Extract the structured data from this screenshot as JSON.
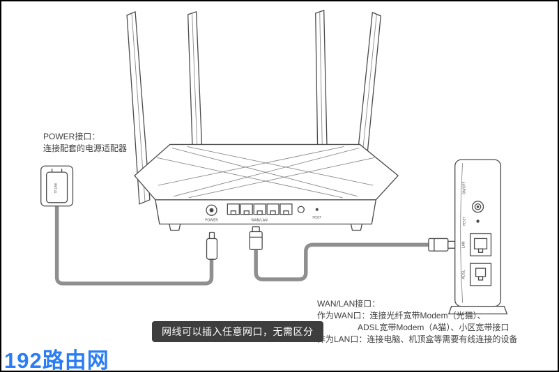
{
  "annotations": {
    "power_note": {
      "line1": "POWER接口：",
      "line2": "连接配套的电源适配器"
    },
    "callout": "网线可以插入任意网口，无需区分",
    "wanlan_note": {
      "title": "WAN/LAN接口：",
      "line1": "作为WAN口：连接光纤宽带Modem（光猫）、",
      "line2": "ADSL宽带Modem（A猫）、小区宽带接口",
      "line3": "作为LAN口：连接电脑、机顶盒等需要有线连接的设备"
    },
    "watermark": "192路由网"
  },
  "router": {
    "power_port_label": "POWER",
    "lan_ports_label": "WAN/LAN",
    "reset_label": "RESET"
  },
  "modem": {
    "power_label": "ON/OFF",
    "reset_label": "RESET",
    "lan_label": "LAN",
    "adsl_label": "ADSL"
  },
  "adapter": {
    "brand": "TP-LINK"
  },
  "colors": {
    "outline": "#4a4a4a",
    "cable": "#8f8f8f",
    "callout_bg": "#3e3e3e",
    "watermark_blue": "#2a7cf7"
  }
}
